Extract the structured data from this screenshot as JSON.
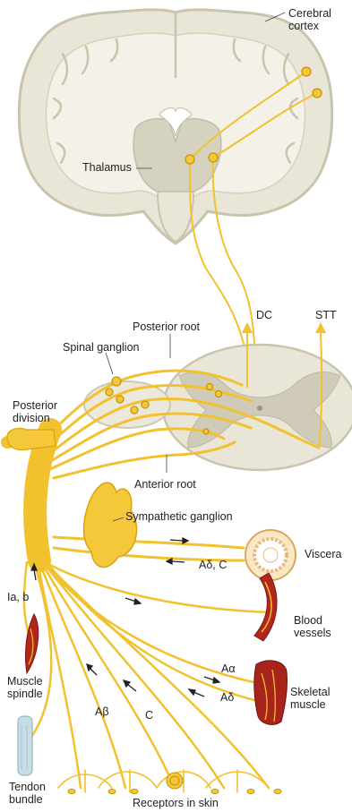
{
  "labels": {
    "cerebral_cortex": "Cerebral\ncortex",
    "thalamus": "Thalamus",
    "dc": "DC",
    "stt": "STT",
    "posterior_root": "Posterior root",
    "spinal_ganglion": "Spinal ganglion",
    "posterior_division": "Posterior\ndivision",
    "anterior_root": "Anterior root",
    "sympathetic_ganglion": "Sympathetic ganglion",
    "viscera": "Viscera",
    "a_delta_c": "Aδ, C",
    "ia_b": "Ia, b",
    "blood_vessels": "Blood\nvessels",
    "muscle_spindle": "Muscle\nspindle",
    "a_alpha": "Aα",
    "skeletal_muscle": "Skeletal\nmuscle",
    "a_beta": "Aβ",
    "c": "C",
    "a_delta": "Aδ",
    "tendon_bundle": "Tendon\nbundle",
    "receptors_in_skin": "Receptors in skin"
  },
  "colors": {
    "nerve": "#f2c12e",
    "nerve_dark": "#d9a312",
    "brain": "#e9e6d8",
    "brain_outline": "#c9c4ad",
    "gray_matter": "#cfcbb8",
    "muscle": "#b3261e",
    "tendon": "#c9dde8",
    "label": "#222222"
  }
}
